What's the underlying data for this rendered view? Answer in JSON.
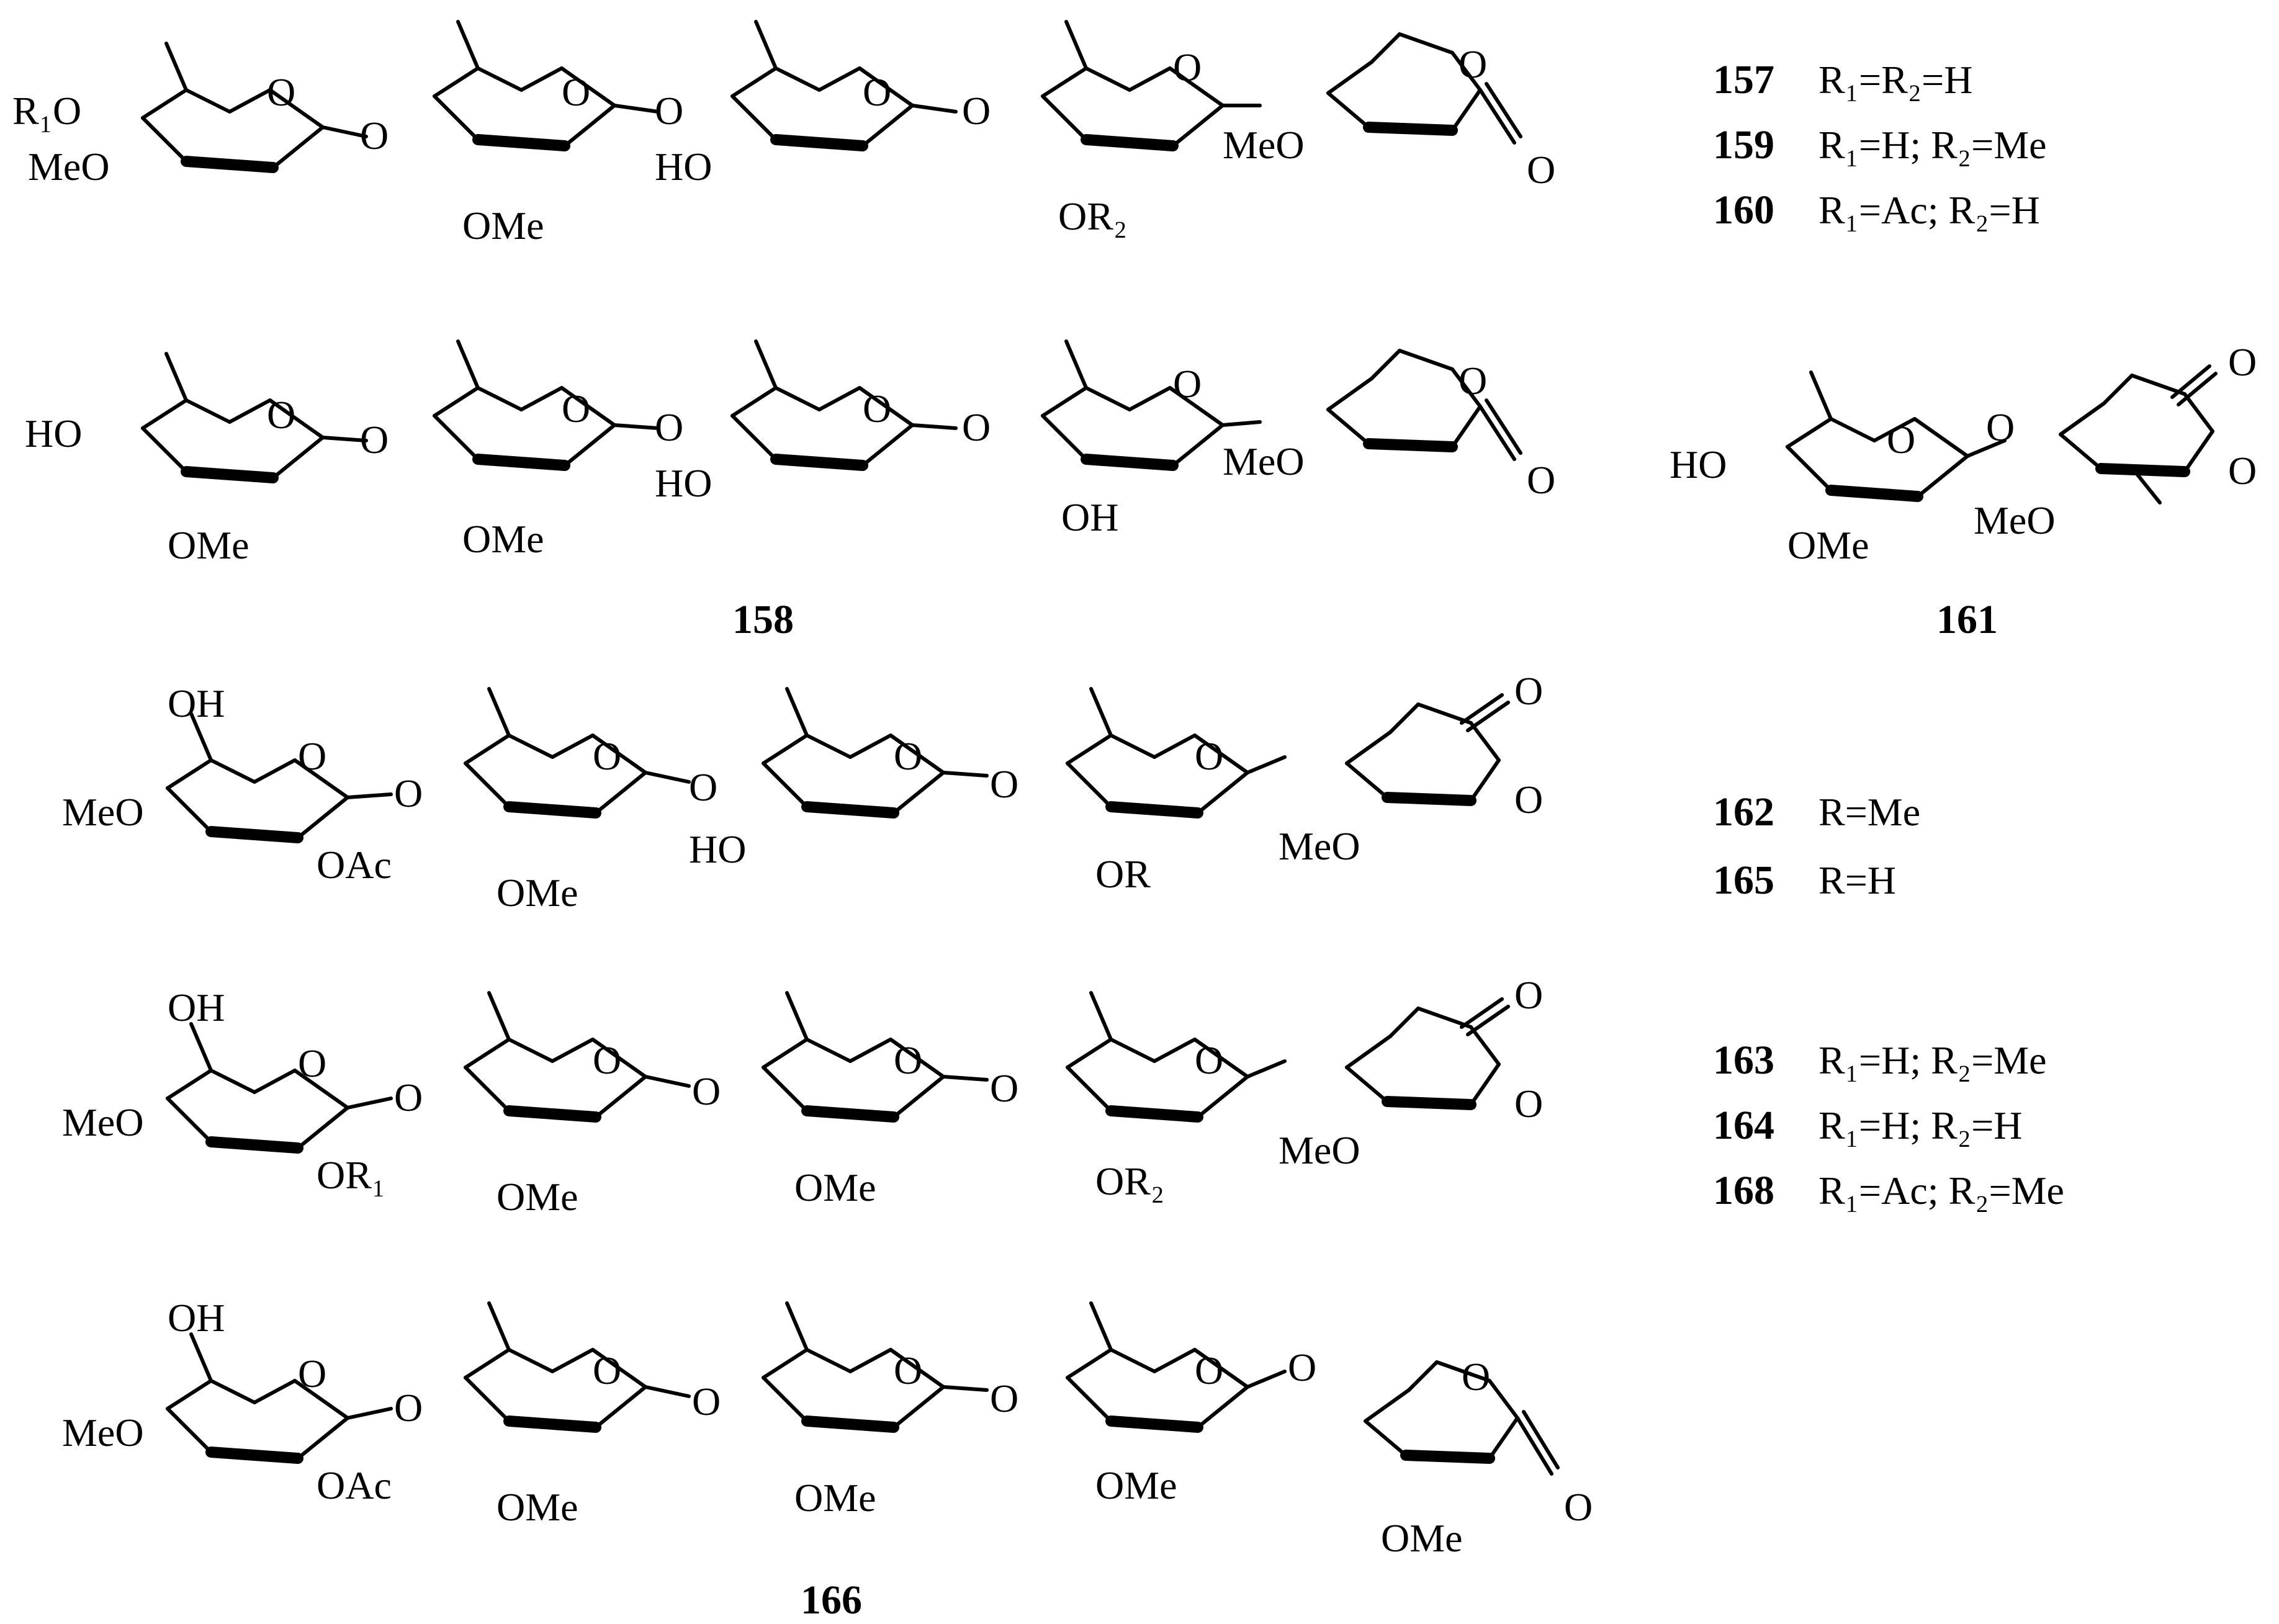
{
  "figure": {
    "rows": [
      {
        "compound_ids": [
          "157",
          "159",
          "160"
        ],
        "legend": [
          {
            "id": "157",
            "text": "R₁=R₂=H"
          },
          {
            "id": "159",
            "text": "R₁=H; R₂=Me"
          },
          {
            "id": "160",
            "text": "R₁=Ac; R₂=H"
          }
        ],
        "ring_labels": [
          "R₁O",
          "MeO",
          "O",
          "O",
          "OMe",
          "O",
          "O",
          "HO",
          "O",
          "O",
          "OR₂",
          "MeO",
          "O",
          "O",
          "O"
        ]
      },
      {
        "compound_id": "158",
        "ring_labels": [
          "HO",
          "OMe",
          "O",
          "O",
          "OMe",
          "O",
          "O",
          "HO",
          "O",
          "O",
          "OH",
          "MeO",
          "O",
          "O",
          "O"
        ]
      },
      {
        "compound_id": "161",
        "ring_labels": [
          "HO",
          "OMe",
          "O",
          "O",
          "MeO",
          "O",
          "O"
        ]
      },
      {
        "compound_ids": [
          "162",
          "165"
        ],
        "legend": [
          {
            "id": "162",
            "text": "R=Me"
          },
          {
            "id": "165",
            "text": "R=H"
          }
        ],
        "ring_labels": [
          "OH",
          "MeO",
          "OAc",
          "O",
          "O",
          "OMe",
          "O",
          "O",
          "HO",
          "O",
          "O",
          "OR",
          "O",
          "MeO",
          "O",
          "O"
        ]
      },
      {
        "compound_ids": [
          "163",
          "164",
          "168"
        ],
        "legend": [
          {
            "id": "163",
            "text": "R₁=H; R₂=Me"
          },
          {
            "id": "164",
            "text": "R₁=H; R₂=H"
          },
          {
            "id": "168",
            "text": "R₁=Ac; R₂=Me"
          }
        ],
        "ring_labels": [
          "OH",
          "MeO",
          "OR₁",
          "O",
          "O",
          "OMe",
          "O",
          "O",
          "OMe",
          "O",
          "O",
          "OR₂",
          "O",
          "MeO",
          "O",
          "O"
        ]
      },
      {
        "compound_id": "166",
        "ring_labels": [
          "OH",
          "MeO",
          "OAc",
          "O",
          "O",
          "OMe",
          "O",
          "O",
          "OMe",
          "O",
          "O",
          "OMe",
          "O",
          "O",
          "OMe",
          "O",
          "O"
        ]
      }
    ]
  }
}
